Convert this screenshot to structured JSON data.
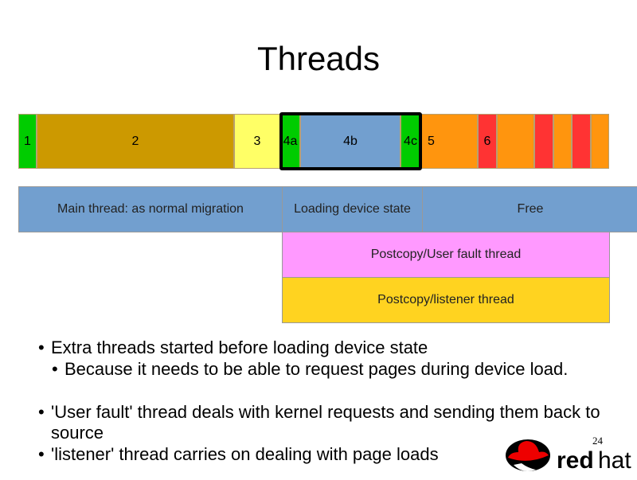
{
  "title": "Threads",
  "timeline": {
    "segments": [
      {
        "label": "1",
        "color": "#00cc00"
      },
      {
        "label": "2",
        "color": "#cc9900"
      },
      {
        "label": "3",
        "color": "#ffff66"
      },
      {
        "label": "4a",
        "color": "#00cc00"
      },
      {
        "label": "4b",
        "color": "#729fcf"
      },
      {
        "label": "4c",
        "color": "#00cc00"
      },
      {
        "label": "5",
        "color": "#ff950e"
      },
      {
        "label": "6",
        "color": "#ff3333"
      },
      {
        "label": "",
        "color": "#ff950e"
      },
      {
        "label": "",
        "color": "#ff3333"
      },
      {
        "label": "",
        "color": "#ff950e"
      },
      {
        "label": "",
        "color": "#ff3333"
      },
      {
        "label": "",
        "color": "#ff950e"
      }
    ]
  },
  "threads": {
    "main": "Main thread: as normal migration",
    "loading": "Loading device state",
    "free": "Free",
    "userfault": "Postcopy/User fault thread",
    "listener": "Postcopy/listener thread"
  },
  "bullets": [
    "Extra threads started before loading device state",
    "Because it needs to be able to request pages during device load.",
    "'User fault' thread deals with kernel requests and sending them back to source",
    "'listener' thread carries on dealing with page loads"
  ],
  "page_number": "24",
  "logo_text": "redhat"
}
